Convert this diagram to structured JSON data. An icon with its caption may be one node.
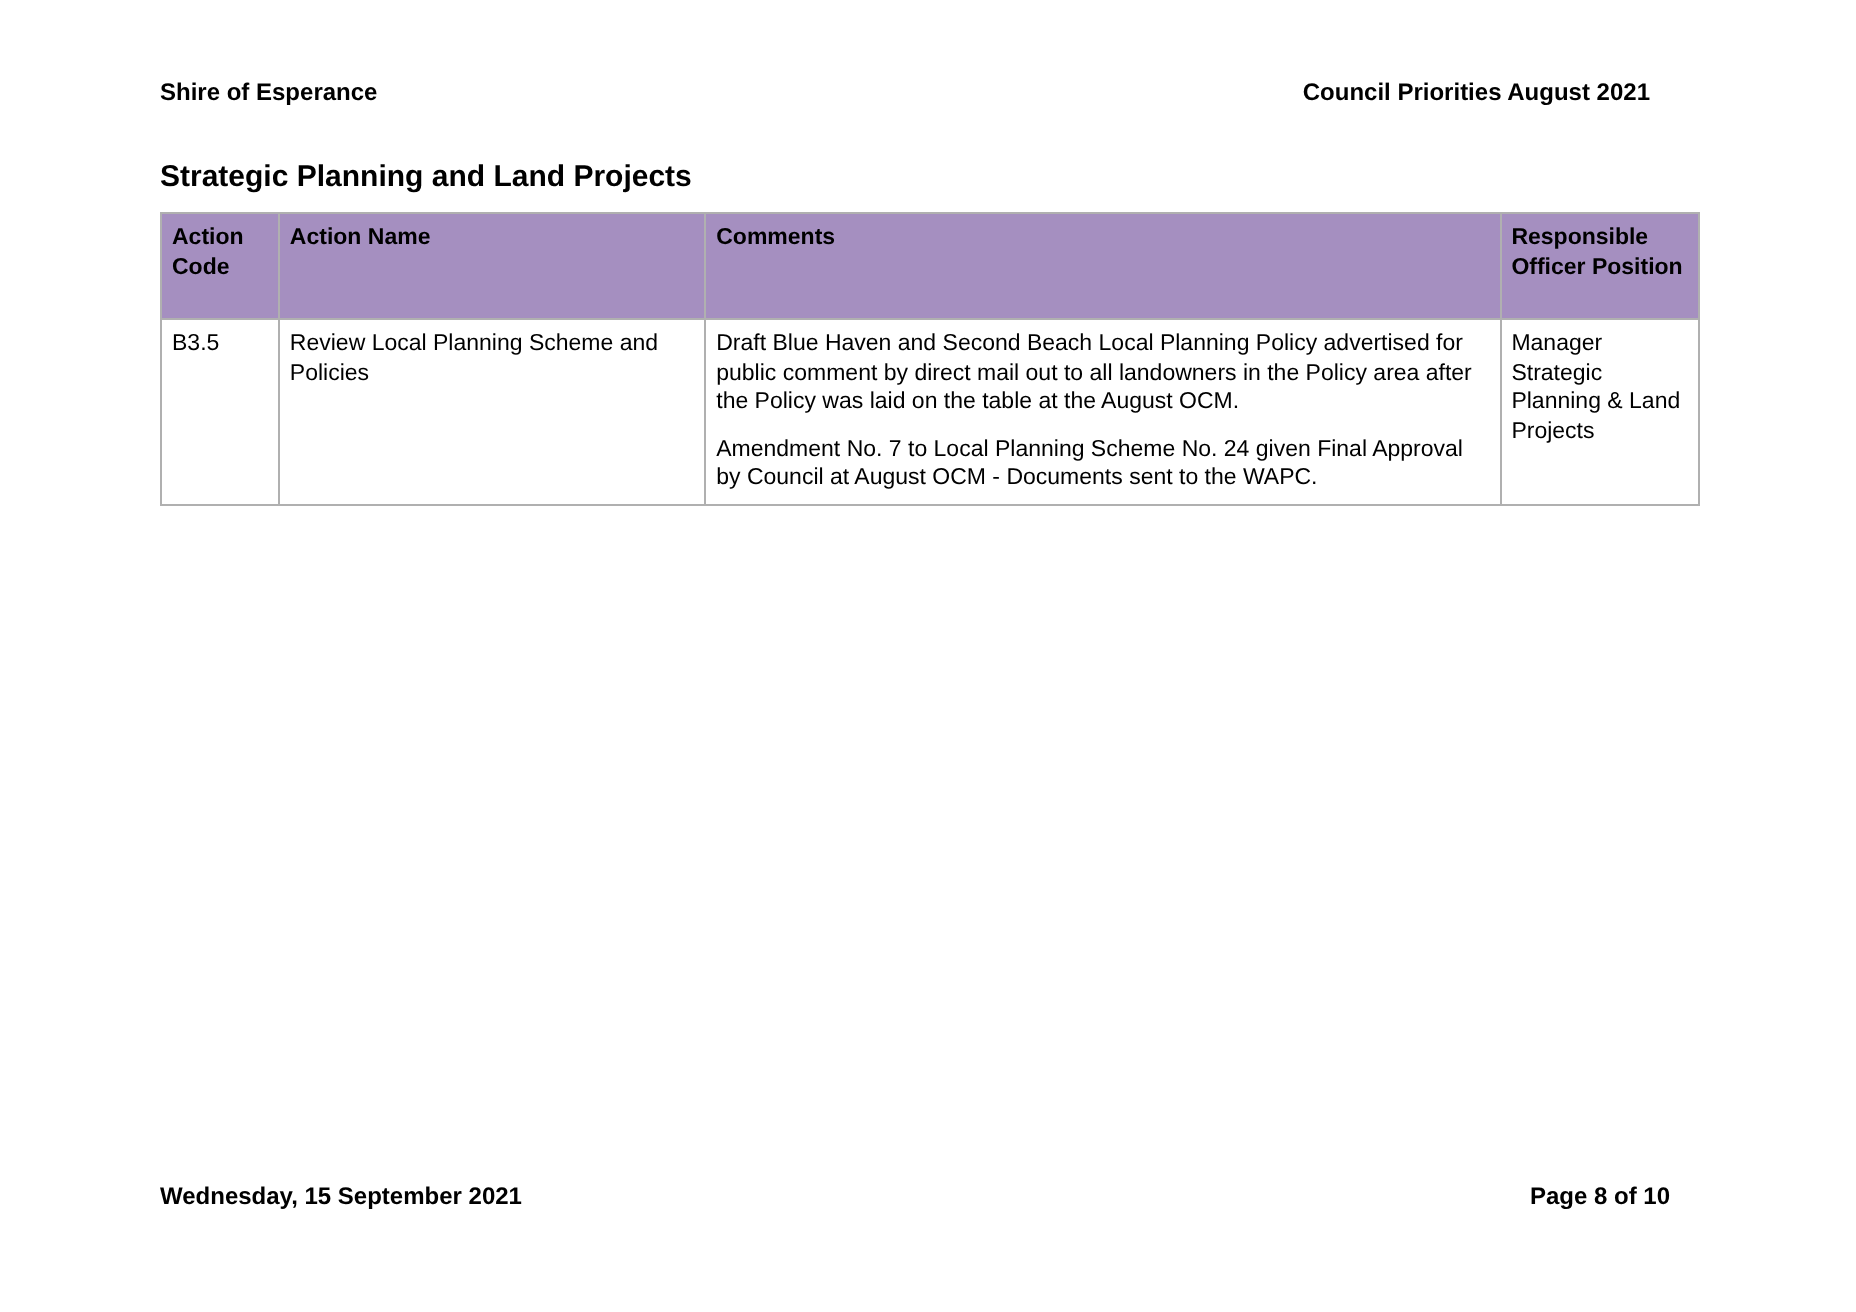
{
  "diagram": {
    "title": "Strategic Planning and Land Projects",
    "labels": [
      "Shire of Esperance",
      "Council Priorities August 2021",
      "Action Code",
      "Action Name",
      "Comments",
      "Responsible Officer Position",
      "B3.5",
      "Review Local Planning Scheme and Policies",
      "Draft Blue Haven and Second Beach Local Planning Policy advertised for public comment by direct mail out to all landowners in the Policy area after the Policy was laid on the table at the August OCM.",
      "Amendment No. 7 to Local Planning Scheme No. 24 given Final Approval by Council at August OCM - Documents sent to the WAPC.",
      "Manager Strategic Planning & Land Projects",
      "Wednesday, 15 September 2021",
      "Page 8 of 10"
    ]
  }
}
